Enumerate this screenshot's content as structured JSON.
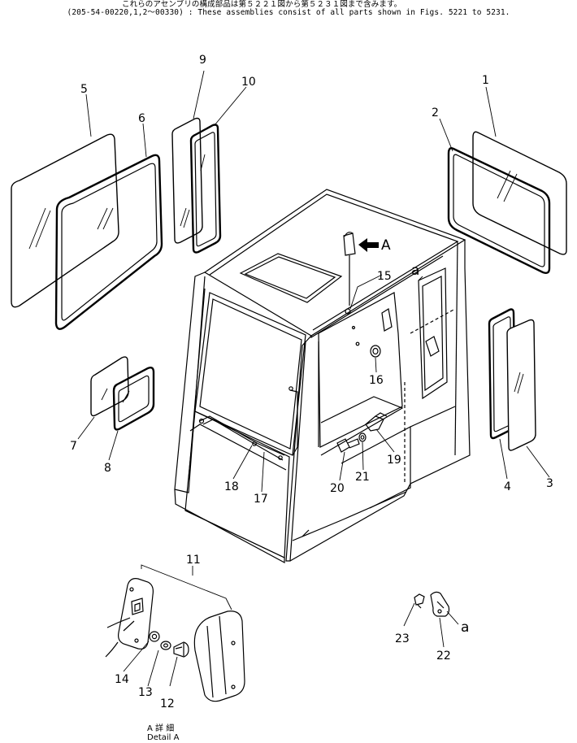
{
  "header": {
    "line1": "これらのアセンブリの構成部品は第５２２１図から第５２３１図まで含みます。",
    "line2": "(205-54-00220,1,2～00330) : These assemblies consist of all parts shown in Figs. 5221 to 5231."
  },
  "callouts": {
    "c1": "1",
    "c2": "2",
    "c3": "3",
    "c4": "4",
    "c5": "5",
    "c6": "6",
    "c7": "7",
    "c8": "8",
    "c9": "9",
    "c10": "10",
    "c11": "11",
    "c12": "12",
    "c13": "13",
    "c14": "14",
    "c15": "15",
    "c16": "16",
    "c17": "17",
    "c18": "18",
    "c19": "19",
    "c20": "20",
    "c21": "21",
    "c22": "22",
    "c23": "23"
  },
  "refs": {
    "arrow_label": "A",
    "ref_a_cab": "a",
    "ref_a_clip": "a"
  },
  "detail": {
    "japanese": "A 詳 細",
    "english": "Detail A"
  }
}
